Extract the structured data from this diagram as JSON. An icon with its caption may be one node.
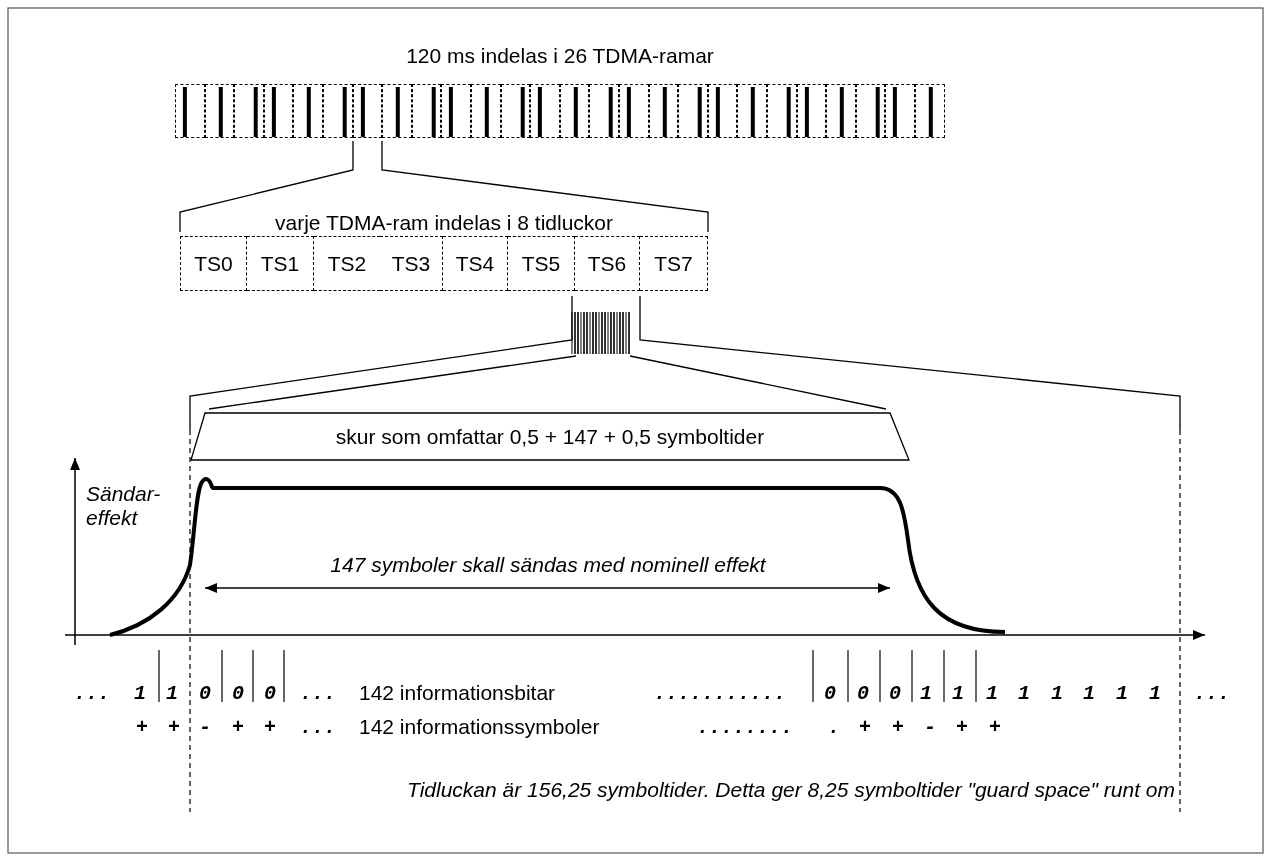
{
  "diagram": {
    "title": "120 ms indelas i 26 TDMA-ramar",
    "caption": "Tidluckan är 156,25 symboltider. Detta ger 8,25 symboltider \"guard space\" runt om",
    "nodes": [
      {
        "text": [],
        "shape": "box"
      },
      {
        "text": [],
        "shape": "box"
      },
      {
        "text": [],
        "shape": "box"
      },
      {
        "text": [],
        "shape": "box"
      },
      {
        "text": [],
        "shape": "box"
      },
      {
        "text": [],
        "shape": "box"
      },
      {
        "text": [],
        "shape": "box"
      },
      {
        "text": [],
        "shape": "box"
      },
      {
        "text": [],
        "shape": "box"
      },
      {
        "text": [],
        "shape": "box"
      },
      {
        "text": [],
        "shape": "box"
      },
      {
        "text": [],
        "shape": "box"
      },
      {
        "text": [],
        "shape": "box"
      },
      {
        "text": [],
        "shape": "box"
      },
      {
        "text": [],
        "shape": "box"
      },
      {
        "text": [],
        "shape": "box"
      },
      {
        "text": [],
        "shape": "box"
      },
      {
        "text": [],
        "shape": "box"
      },
      {
        "text": [],
        "shape": "box"
      },
      {
        "text": [],
        "shape": "box"
      },
      {
        "text": [],
        "shape": "box"
      },
      {
        "text": [],
        "shape": "box"
      },
      {
        "text": [],
        "shape": "box"
      },
      {
        "text": [],
        "shape": "box"
      },
      {
        "text": [],
        "shape": "box"
      },
      {
        "text": [],
        "shape": "box"
      },
      {
        "text": [
          "TS0"
        ]
      },
      {
        "text": [
          "TS1"
        ]
      },
      {
        "text": [
          "TS2"
        ]
      },
      {
        "text": [
          "TS3"
        ]
      },
      {
        "text": [
          "TS4"
        ]
      },
      {
        "text": [
          "TS5"
        ]
      },
      {
        "text": [
          "TS6"
        ]
      },
      {
        "text": [
          "TS7"
        ]
      },
      {
        "text": [
          "skur som omfattar 0,5 + 147 + 0,5 symboltider"
        ]
      }
    ],
    "labels": [
      "varje TDMA-ram indelas i 8 tidluckor",
      "Sändar- effekt",
      "147 symboler skall sändas med nominell effekt",
      "...",
      "1",
      "1",
      "0",
      "0",
      "0",
      "...",
      "142 informationsbitar",
      "...........",
      "0",
      "0",
      "0",
      "1",
      "1",
      "1",
      "1",
      "1",
      "1",
      "1",
      "1",
      "...",
      "+",
      "+",
      "-",
      "+",
      "+",
      "...",
      "142 informationssymboler",
      "........",
      ".",
      "+",
      "+",
      "-",
      "+",
      "+"
    ]
  }
}
